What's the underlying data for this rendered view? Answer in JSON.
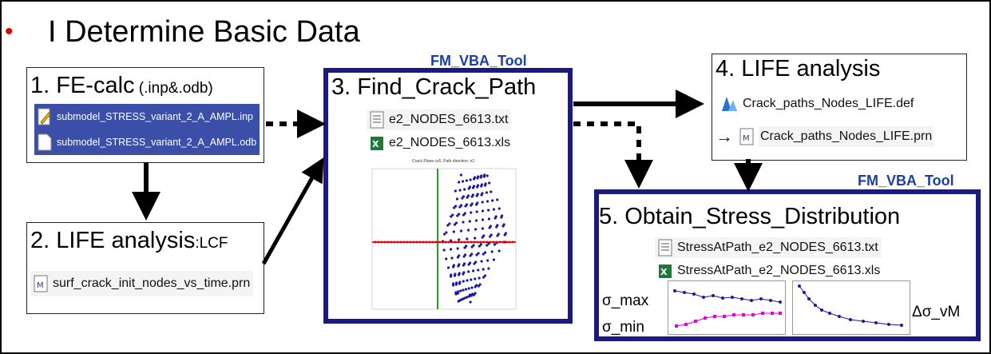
{
  "title": "I Determine Basic Data",
  "box1": {
    "heading": "1. FE-calc",
    "heading_small": " (.inp&.odb)",
    "files": [
      "submodel_STRESS_variant_2_A_AMPL.inp",
      "submodel_STRESS_variant_2_A_AMPL.odb"
    ]
  },
  "box2": {
    "heading": "2. LIFE analysis",
    "heading_small": ":LCF",
    "file": "surf_crack_init_nodes_vs_time.prn"
  },
  "box3": {
    "tag": "FM_VBA_Tool",
    "heading": "3. Find_Crack_Path",
    "files": [
      "e2_NODES_6613.txt",
      "e2_NODES_6613.xls"
    ],
    "plot_title": "Crack Plane cs5, Path direction: e2"
  },
  "box4": {
    "heading": "4. LIFE analysis",
    "files": [
      "Crack_paths_Nodes_LIFE.def",
      "Crack_paths_Nodes_LIFE.prn"
    ]
  },
  "box5": {
    "tag": "FM_VBA_Tool",
    "heading": "5. Obtain_Stress_Distribution",
    "files": [
      "StressAtPath_e2_NODES_6613.txt",
      "StressAtPath_e2_NODES_6613.xls"
    ],
    "sigma_max": "σ_max",
    "sigma_min": "σ_min",
    "delta_sigma": "Δσ_vM"
  },
  "colors": {
    "frame_blue": "#1a1a80",
    "tag_blue": "#1a3fa8",
    "bullet_red": "#e00000",
    "selection": "#3c4fa8"
  },
  "icons": [
    "text-file-icon",
    "excel-file-icon",
    "blank-file-icon",
    "abaqus-file-icon",
    "arrow-icon"
  ]
}
